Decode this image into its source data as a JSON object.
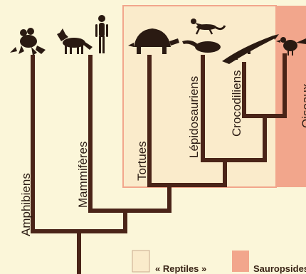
{
  "colors": {
    "background": "#fbf6d9",
    "reptiles_box": "#faebcb",
    "sauropsids_box": "#f2a68c",
    "branch": "#4a2418",
    "silhouette": "#2a1a12"
  },
  "taxa": [
    {
      "label": "Amphibiens",
      "icon": "frog-icon"
    },
    {
      "label": "Mammifères",
      "icon": "wolf-and-human-icon"
    },
    {
      "label": "Tortues",
      "icon": "tortoise-icon"
    },
    {
      "label": "Lépidosauriens",
      "icon": "lizard-and-snake-icon"
    },
    {
      "label": "Crocodiliens",
      "icon": "crocodile-icon"
    },
    {
      "label": "Oiseaux",
      "icon": "bird-icon"
    }
  ],
  "legend": [
    {
      "label": "« Reptiles »",
      "color": "#faebcb"
    },
    {
      "label": "Sauropsides",
      "color": "#f2a68c"
    }
  ]
}
